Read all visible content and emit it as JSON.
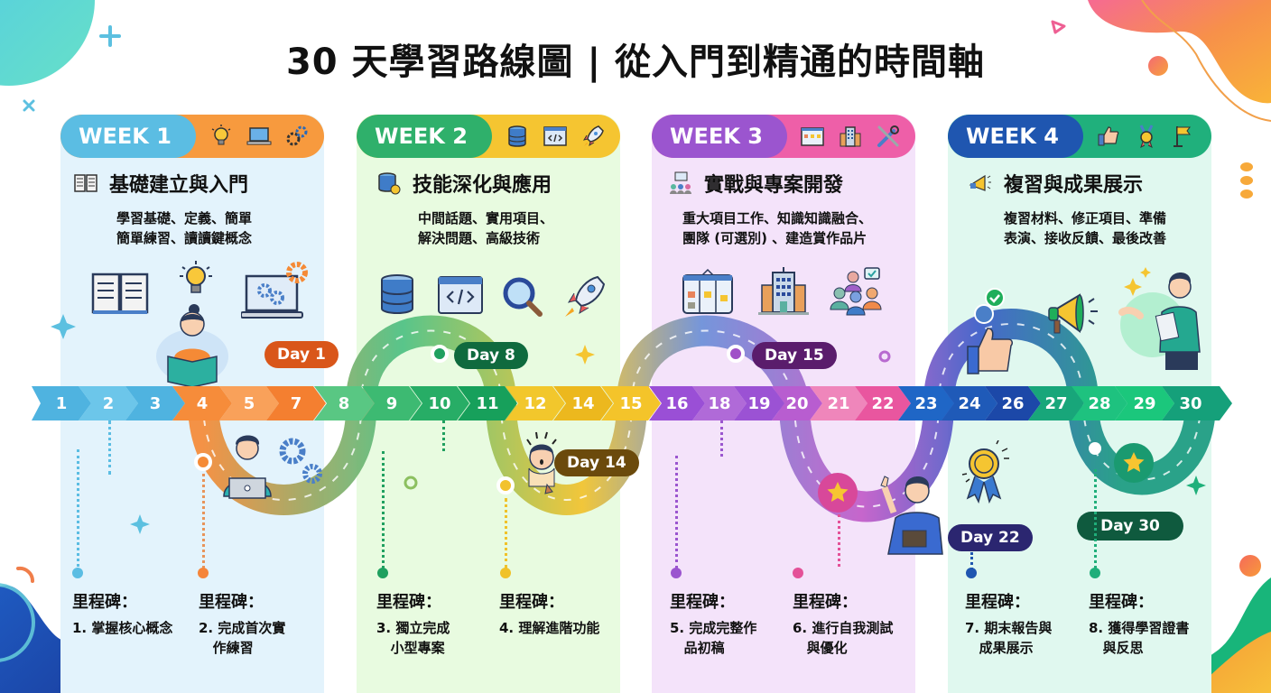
{
  "title": "30 天學習路線圖 | 從入門到精通的時間軸",
  "weeks": [
    {
      "label": "WEEK 1",
      "pill_color": "#5bbde3",
      "header_color": "#f79a3e",
      "panel_bg": "#e3f3fc",
      "header_icons": [
        "lightbulb-icon",
        "laptop-icon",
        "gears-icon"
      ],
      "topic_icon": "open-book-icon",
      "topic": "基礎建立與入門",
      "description": [
        "學習基礎、定義、簡單",
        "簡單練習、讀讀鍵概念"
      ],
      "illustrations": [
        "open-book-icon",
        "lightbulb-icon",
        "laptop-gear-icon",
        "girl-reading-book",
        "boy-with-laptop"
      ]
    },
    {
      "label": "WEEK 2",
      "pill_color": "#2fb06b",
      "header_color": "#f5c531",
      "panel_bg": "#e8fbe0",
      "header_icons": [
        "database-icon",
        "code-window-icon",
        "rocket-icon"
      ],
      "topic_icon": "database-coin-icon",
      "topic": "技能深化與應用",
      "description": [
        "中間話題、實用項目、",
        "解決問題、高級技術"
      ],
      "illustrations": [
        "database-icon",
        "code-window-icon",
        "magnifier-icon",
        "rocket-icon",
        "surprised-boy"
      ]
    },
    {
      "label": "WEEK 3",
      "pill_color": "#9b55cf",
      "header_color": "#ee5fa8",
      "panel_bg": "#f4e3fa",
      "header_icons": [
        "kanban-board-icon",
        "building-icon",
        "tools-icon"
      ],
      "topic_icon": "team-presentation-icon",
      "topic": "實戰與專案開發",
      "description": [
        "重大項目工作、知識知識融合、",
        "團隊 (可選別) 、建造賞作品片"
      ],
      "illustrations": [
        "kanban-board-icon",
        "office-building-icon",
        "team-chat-icon",
        "boy-with-tablet"
      ]
    },
    {
      "label": "WEEK 4",
      "pill_color": "#1f56b0",
      "header_color": "#20b07c",
      "panel_bg": "#e0f8ef",
      "header_icons": [
        "thumbs-up-icon",
        "medal-icon",
        "flag-icon"
      ],
      "topic_icon": "megaphone-icon",
      "topic": "複習與成果展示",
      "description": [
        "複習材料、修正項目、準備",
        "表演、接收反饋、最後改善"
      ],
      "illustrations": [
        "thumbs-up-icon",
        "megaphone-icon",
        "presenter-man",
        "award-ribbon-icon"
      ]
    }
  ],
  "timeline": {
    "days": [
      {
        "n": "1",
        "color": "#4fb3e0"
      },
      {
        "n": "2",
        "color": "#6cc6ea"
      },
      {
        "n": "3",
        "color": "#4fb3e0"
      },
      {
        "n": "4",
        "color": "#f68c3a"
      },
      {
        "n": "5",
        "color": "#f9a15a"
      },
      {
        "n": "7",
        "color": "#f47f30"
      },
      {
        "n": "8",
        "color": "#59c783"
      },
      {
        "n": "9",
        "color": "#3dba72"
      },
      {
        "n": "10",
        "color": "#27ad66"
      },
      {
        "n": "11",
        "color": "#17a05b"
      },
      {
        "n": "12",
        "color": "#f2c72c"
      },
      {
        "n": "14",
        "color": "#ecb81e"
      },
      {
        "n": "15",
        "color": "#f4c42a"
      },
      {
        "n": "16",
        "color": "#9a4fd6"
      },
      {
        "n": "18",
        "color": "#b06ad8"
      },
      {
        "n": "19",
        "color": "#9b52d4"
      },
      {
        "n": "20",
        "color": "#b85dd0"
      },
      {
        "n": "21",
        "color": "#ef86bb"
      },
      {
        "n": "22",
        "color": "#e9569f"
      },
      {
        "n": "23",
        "color": "#1f66c6"
      },
      {
        "n": "24",
        "color": "#1f5ab8"
      },
      {
        "n": "26",
        "color": "#1c48a8"
      },
      {
        "n": "27",
        "color": "#18a67a"
      },
      {
        "n": "28",
        "color": "#1ec27f"
      },
      {
        "n": "29",
        "color": "#1bc77c"
      },
      {
        "n": "30",
        "color": "#15a07a"
      }
    ],
    "day_tags": [
      {
        "label": "Day 1",
        "color": "#d9561a"
      },
      {
        "label": "Day 8",
        "color": "#0f6a3e"
      },
      {
        "label": "Day 14",
        "color": "#6b4a0c"
      },
      {
        "label": "Day 15",
        "color": "#5a1c6c"
      },
      {
        "label": "Day 22",
        "color": "#2b2670"
      },
      {
        "label": "Day 30",
        "color": "#0f5a3e"
      }
    ]
  },
  "milestones": [
    {
      "label": "里程碑：",
      "text": "1. 掌握核心概念",
      "color": "#5bbde3"
    },
    {
      "label": "里程碑：",
      "text": "2. 完成首次實\n   作練習",
      "color": "#f5853a"
    },
    {
      "label": "里程碑：",
      "text": "3. 獨立完成\n   小型專案",
      "color": "#1fa05f"
    },
    {
      "label": "里程碑：",
      "text": "4. 理解進階功能",
      "color": "#f0c229"
    },
    {
      "label": "里程碑：",
      "text": "5. 完成完整作\n   品初稿",
      "color": "#9b55cf"
    },
    {
      "label": "里程碑：",
      "text": "6. 進行自我測試\n   與優化",
      "color": "#e45198"
    },
    {
      "label": "里程碑：",
      "text": "7. 期末報告與\n   成果展示",
      "color": "#1f56b0"
    },
    {
      "label": "里程碑：",
      "text": "8. 獲得學習證書\n   與反思",
      "color": "#1fae7a"
    }
  ]
}
